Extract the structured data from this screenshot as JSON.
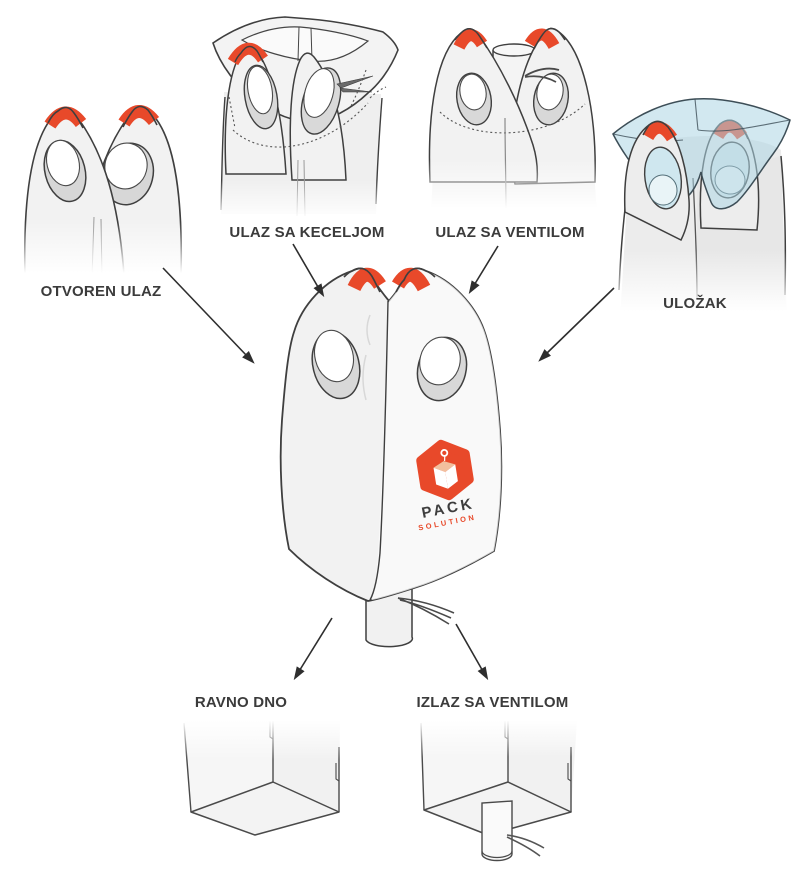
{
  "diagram": {
    "figures": [
      {
        "id": "otvoren-ulaz",
        "label": "OTVOREN ULAZ"
      },
      {
        "id": "ulaz-sa-keceljom",
        "label": "ULAZ SA KECELJOM"
      },
      {
        "id": "ulaz-sa-ventilom",
        "label": "ULAZ SA VENTILOM"
      },
      {
        "id": "ulozak",
        "label": "ULOŽAK"
      },
      {
        "id": "ravno-dno",
        "label": "RAVNO DNO"
      },
      {
        "id": "izlaz-sa-ventilom",
        "label": "IZLAZ SA VENTILOM"
      }
    ],
    "logo": {
      "brand": "PACK",
      "subtitle": "SOLUTION"
    },
    "colors": {
      "accent_orange": "#e8492a",
      "liner_blue": "#cfe7ef",
      "outline": "#3f3f3f",
      "bag_fill": "#f2f2f2",
      "background": "#ffffff"
    }
  }
}
